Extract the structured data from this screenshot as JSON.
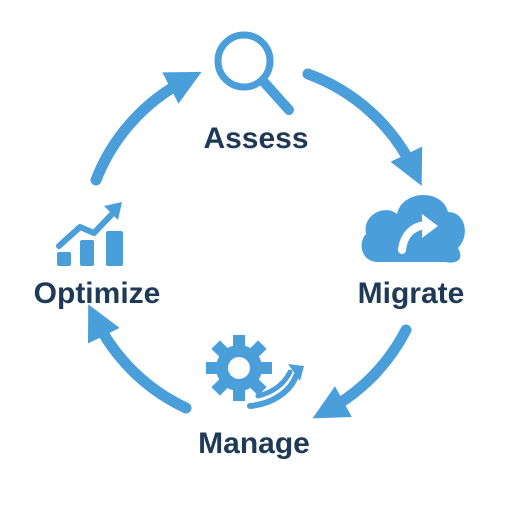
{
  "colors": {
    "accent": "#4a9ed9",
    "label_text": "#1f3a56",
    "background": "#ffffff"
  },
  "steps": {
    "assess": {
      "label": "Assess",
      "icon": "magnifier-icon"
    },
    "migrate": {
      "label": "Migrate",
      "icon": "cloud-arrow-icon"
    },
    "manage": {
      "label": "Manage",
      "icon": "gear-arrow-icon"
    },
    "optimize": {
      "label": "Optimize",
      "icon": "bar-chart-trend-icon"
    }
  },
  "flow": [
    "Assess",
    "Migrate",
    "Manage",
    "Optimize"
  ]
}
